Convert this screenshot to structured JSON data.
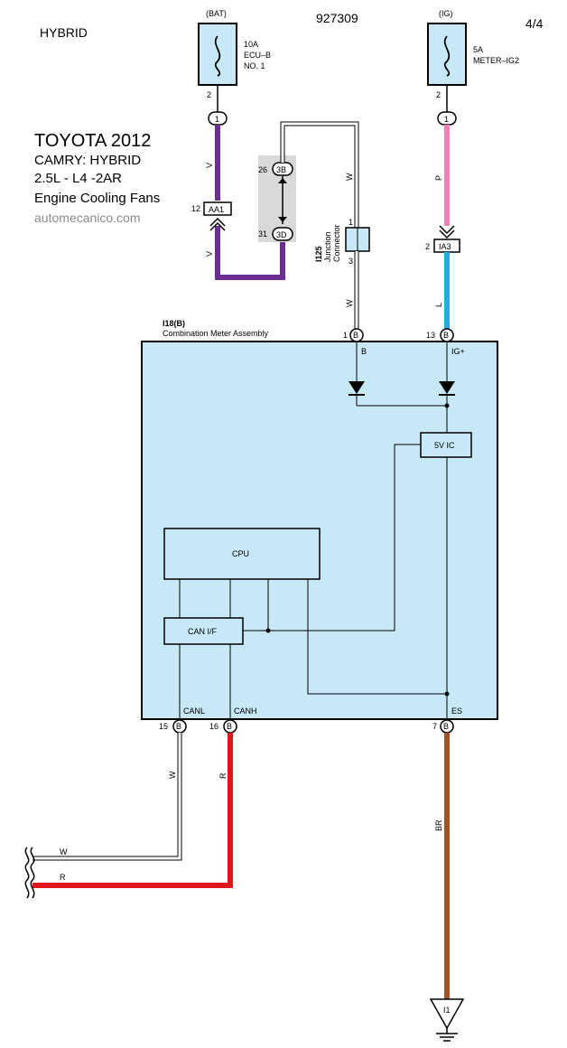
{
  "header": {
    "model_tag": "HYBRID",
    "diagram_number": "927309",
    "page": "4/4"
  },
  "title_block": {
    "line1": "TOYOTA 2012",
    "line2": "CAMRY: HYBRID",
    "line3": "2.5L - L4 -2AR",
    "line4": "Engine Cooling Fans",
    "website": "automecanico.com"
  },
  "fuse_bat": {
    "source": "(BAT)",
    "rating": "10A",
    "name_line1": "ECU–B",
    "name_line2": "NO. 1",
    "pin": "2",
    "connector": "1"
  },
  "fuse_ig": {
    "source": "(IG)",
    "rating": "5A",
    "name_line1": "METER–IG2",
    "pin": "2",
    "connector": "1"
  },
  "wires": {
    "bat_color_label": "V",
    "bat_color_label_2": "V",
    "ig_color_label": "P",
    "ig_lower_label": "L",
    "jc_upper_label": "W",
    "jc_lower_label": "W",
    "canl_label": "W",
    "canh_label": "R",
    "ground_label": "BR",
    "left_w_label": "W",
    "left_r_label": "R",
    "colors": {
      "violet": "#6b2d8f",
      "pink": "#f07fb5",
      "light_blue": "#29abe2",
      "red": "#e3151c",
      "brown": "#a0522d",
      "white": "#ffffff"
    }
  },
  "connectors": {
    "aa1_pin": "12",
    "aa1": "AA1",
    "c3b_pin": "26",
    "c3b": "3B",
    "c3d_pin": "31",
    "c3d": "3D",
    "ia3_pin": "2",
    "ia3": "IA3"
  },
  "junction": {
    "id": "I125",
    "name_line1": "Junction",
    "name_line2": "Connector",
    "pin_top": "1",
    "pin_bottom": "3"
  },
  "meter": {
    "id": "I18(B)",
    "name": "Combination Meter Assembly",
    "fill": "#c6e8f7",
    "pin_b_num": "1",
    "pin_b_conn": "B",
    "pin_b_label": "B",
    "pin_ig_num": "13",
    "pin_ig_conn": "B",
    "pin_ig_label": "IG+",
    "ic_label": "5V IC",
    "cpu_label": "CPU",
    "can_label": "CAN I/F",
    "canl_num": "15",
    "canl_conn": "B",
    "canl_label": "CANL",
    "canh_num": "16",
    "canh_conn": "B",
    "canh_label": "CANH",
    "es_num": "7",
    "es_conn": "B",
    "es_label": "ES"
  },
  "ground": {
    "id": "I1"
  }
}
